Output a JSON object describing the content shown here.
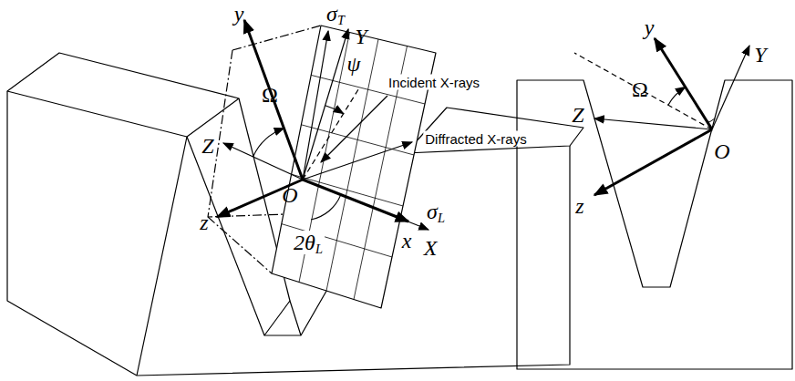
{
  "diagram": {
    "labels": [
      "y",
      "σT",
      "Y",
      "Incident X-rays",
      "ψ",
      "Ω",
      "Diffracted X-rays",
      "Z",
      "O",
      "z",
      "2θL",
      "σL",
      "x",
      "X",
      "y",
      "Y",
      "Z",
      "Ω",
      "z",
      "O"
    ]
  }
}
